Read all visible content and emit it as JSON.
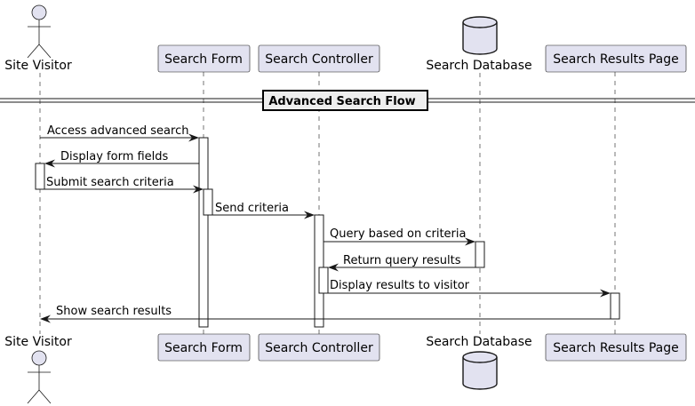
{
  "colors": {
    "participant_fill": "#E2E2F0",
    "line": "#181818",
    "background": "#FFFFFF"
  },
  "participants": [
    {
      "id": "visitor",
      "label": "Site Visitor",
      "kind": "actor"
    },
    {
      "id": "form",
      "label": "Search Form",
      "kind": "participant"
    },
    {
      "id": "controller",
      "label": "Search Controller",
      "kind": "participant"
    },
    {
      "id": "database",
      "label": "Search Database",
      "kind": "database"
    },
    {
      "id": "results",
      "label": "Search Results Page",
      "kind": "participant"
    }
  ],
  "divider": {
    "title": "Advanced Search Flow"
  },
  "messages": [
    {
      "from": "visitor",
      "to": "form",
      "label": "Access advanced search"
    },
    {
      "from": "form",
      "to": "visitor",
      "label": "Display form fields"
    },
    {
      "from": "visitor",
      "to": "form",
      "label": "Submit search criteria"
    },
    {
      "from": "form",
      "to": "controller",
      "label": "Send criteria"
    },
    {
      "from": "controller",
      "to": "database",
      "label": "Query based on criteria"
    },
    {
      "from": "database",
      "to": "controller",
      "label": "Return query results"
    },
    {
      "from": "controller",
      "to": "results",
      "label": "Display results to visitor"
    },
    {
      "from": "results",
      "to": "visitor",
      "label": "Show search results"
    }
  ]
}
